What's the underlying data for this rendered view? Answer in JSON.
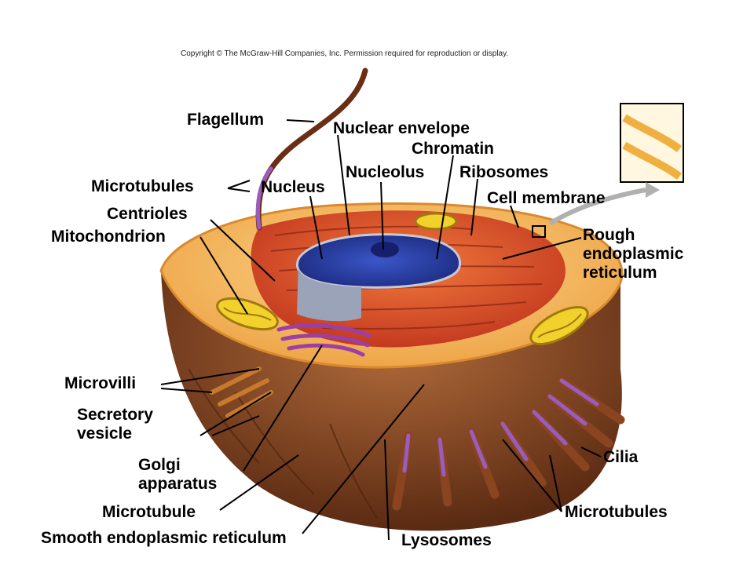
{
  "copyright": "Copyright © The McGraw-Hill Companies, Inc. Permission required for reproduction or display.",
  "labels": {
    "flagellum": "Flagellum",
    "nuclear_envelope": "Nuclear envelope",
    "chromatin": "Chromatin",
    "nucleolus": "Nucleolus",
    "ribosomes": "Ribosomes",
    "microtubules_top": "Microtubules",
    "nucleus": "Nucleus",
    "cell_membrane": "Cell membrane",
    "centrioles": "Centrioles",
    "mitochondrion": "Mitochondrion",
    "rough_er_1": "Rough",
    "rough_er_2": "endoplasmic",
    "rough_er_3": "reticulum",
    "microvilli": "Microvilli",
    "secretory_1": "Secretory",
    "secretory_2": "vesicle",
    "golgi_1": "Golgi",
    "golgi_2": "apparatus",
    "microtubule": "Microtubule",
    "smooth_er": "Smooth endoplasmic reticulum",
    "lysosomes": "Lysosomes",
    "cilia": "Cilia",
    "microtubules_bottom": "Microtubules"
  },
  "colors": {
    "membrane": "#f6b04a",
    "cytoplasm": "#f7c46b",
    "er": "#d9482a",
    "nucleus": "#2a3fa8",
    "base": "#7a3a1e",
    "golgi": "#9b3fa6",
    "mito": "#f2d12c"
  }
}
